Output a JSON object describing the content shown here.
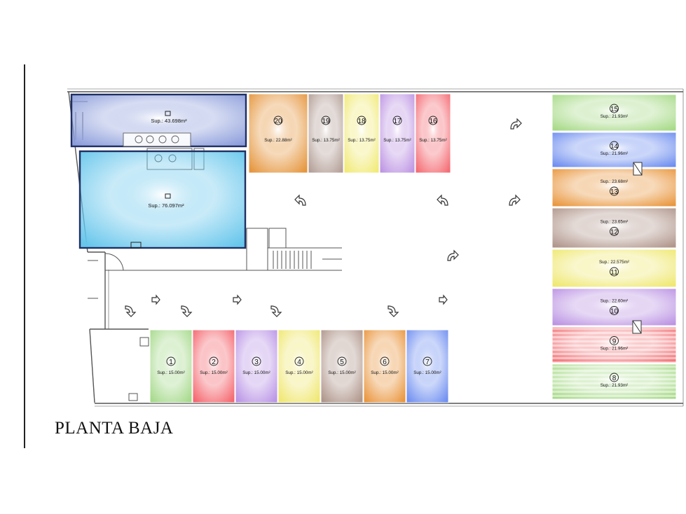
{
  "title": "PLANTA BAJA",
  "rooms": [
    {
      "id": "office",
      "sup": "Sup.: 43.698m²",
      "color": "#8c9ddb"
    },
    {
      "id": "local",
      "sup": "Sup.: 76.097m²",
      "color": "#66c6ec"
    }
  ],
  "spaces_top": [
    {
      "num": "20",
      "sup": "Sup.: 22.88m²",
      "color": "#e5963d"
    },
    {
      "num": "19",
      "sup": "Sup.: 13.75m²",
      "color": "#b39e96"
    },
    {
      "num": "18",
      "sup": "Sup.: 13.75m²",
      "color": "#f1ea75"
    },
    {
      "num": "17",
      "sup": "Sup.: 13.75m²",
      "color": "#bd94e3"
    },
    {
      "num": "16",
      "sup": "Sup.: 13.75m²",
      "color": "#f46a72"
    }
  ],
  "spaces_right": [
    {
      "num": "15",
      "sup": "Sup.: 21.93m²",
      "color": "#a6da86",
      "numFirst": true
    },
    {
      "num": "14",
      "sup": "Sup.: 21.96m²",
      "color": "#6d8def",
      "numFirst": true
    },
    {
      "num": "13",
      "sup": "Sup.: 23.68m²",
      "color": "#e9963d",
      "numFirst": false
    },
    {
      "num": "12",
      "sup": "Sup.: 23.65m²",
      "color": "#b0958b",
      "numFirst": false
    },
    {
      "num": "11",
      "sup": "Sup.: 22.575m²",
      "color": "#efe870",
      "numFirst": false
    },
    {
      "num": "10",
      "sup": "Sup.: 22.60m²",
      "color": "#bb93e3",
      "numFirst": false
    },
    {
      "num": "9",
      "sup": "Sup.: 21.96m²",
      "color": "#f37478",
      "numFirst": true,
      "striped": true
    },
    {
      "num": "8",
      "sup": "Sup.: 21.93m²",
      "color": "#a6da86",
      "numFirst": true,
      "striped": true
    }
  ],
  "spaces_bottom": [
    {
      "num": "1",
      "sup": "Sup.: 15.00m²",
      "color": "#a5d98a"
    },
    {
      "num": "2",
      "sup": "Sup.: 15.00m²",
      "color": "#f4646c"
    },
    {
      "num": "3",
      "sup": "Sup.: 15.00m²",
      "color": "#b993e5"
    },
    {
      "num": "4",
      "sup": "Sup.: 15.00m²",
      "color": "#f0e770"
    },
    {
      "num": "5",
      "sup": "Sup.: 15.00m²",
      "color": "#ae9489"
    },
    {
      "num": "6",
      "sup": "Sup.: 15.00m²",
      "color": "#e9953c"
    },
    {
      "num": "7",
      "sup": "Sup.: 15.00m²",
      "color": "#6e8ef0"
    }
  ]
}
